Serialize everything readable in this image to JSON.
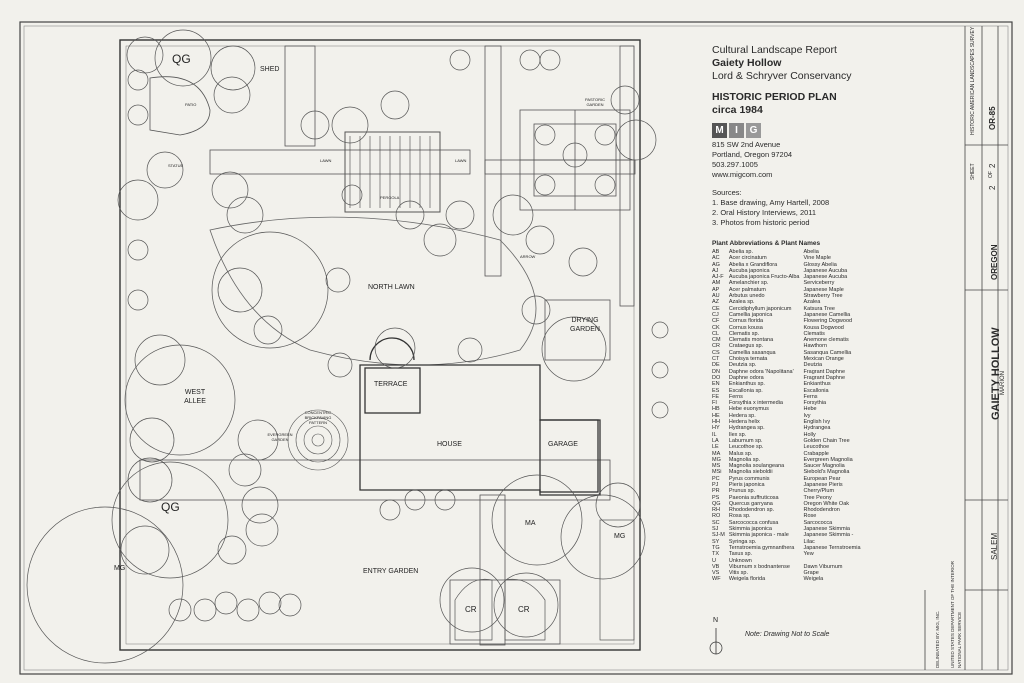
{
  "report": {
    "line1": "Cultural Landscape Report",
    "line2": "Gaiety Hollow",
    "line3": "Lord & Schryver Conservancy",
    "plan_title": "HISTORIC PERIOD PLAN",
    "plan_date": "circa 1984",
    "logo": [
      "M",
      "I",
      "G"
    ],
    "address": [
      "815 SW 2nd Avenue",
      "Portland, Oregon 97204",
      "503.297.1005",
      "www.migcom.com"
    ],
    "sources_label": "Sources:",
    "sources": [
      "1. Base drawing, Amy Hartell, 2008",
      "2. Oral History Interviews, 2011",
      "3. Photos from historic period"
    ],
    "plants_label": "Plant Abbreviations & Plant Names",
    "note": "Note: Drawing Not to Scale"
  },
  "plants": [
    [
      "AB",
      "Abelia sp.",
      "Abelia"
    ],
    [
      "AC",
      "Acer circinatum",
      "Vine Maple"
    ],
    [
      "AG",
      "Abelia x Grandiflora",
      "Glossy Abelia"
    ],
    [
      "AJ",
      "Aucuba japonica",
      "Japanese Aucuba"
    ],
    [
      "AJ-F",
      "Aucuba japonica Fructo-Alba",
      "Japanese Aucuba"
    ],
    [
      "AM",
      "Amelanchier sp.",
      "Serviceberry"
    ],
    [
      "AP",
      "Acer palmatum",
      "Japanese Maple"
    ],
    [
      "AU",
      "Arbutus unedo",
      "Strawberry Tree"
    ],
    [
      "AZ",
      "Azalea sp.",
      "Azalea"
    ],
    [
      "CE",
      "Cercidiphyllum japonicum",
      "Katsura Tree"
    ],
    [
      "CJ",
      "Camellia japonica",
      "Japanese Camellia"
    ],
    [
      "CF",
      "Cornus florida",
      "Flowering Dogwood"
    ],
    [
      "CK",
      "Cornus kousa",
      "Kousa Dogwood"
    ],
    [
      "CL",
      "Clematis sp.",
      "Clematis"
    ],
    [
      "CM",
      "Clematis montana",
      "Anemone clematis"
    ],
    [
      "CR",
      "Crataegus sp.",
      "Hawthorn"
    ],
    [
      "CS",
      "Camellia sasanqua",
      "Sasanqua Camellia"
    ],
    [
      "CT",
      "Choisya ternata",
      "Mexican Orange"
    ],
    [
      "DE",
      "Deutzia sp.",
      "Deutzia"
    ],
    [
      "DN",
      "Daphne odora 'Napolitana'",
      "Fragrant Daphne"
    ],
    [
      "DO",
      "Daphne odora",
      "Fragrant Daphne"
    ],
    [
      "EN",
      "Enkianthus sp.",
      "Enkianthus"
    ],
    [
      "ES",
      "Escallonia sp.",
      "Escallonia"
    ],
    [
      "FE",
      "Ferns",
      "Ferns"
    ],
    [
      "FI",
      "Forsythia x intermedia",
      "Forsythia"
    ],
    [
      "HB",
      "Hebe euonymus",
      "Hebe"
    ],
    [
      "HE",
      "Hedera sp.",
      "Ivy"
    ],
    [
      "HH",
      "Hedera helix",
      "English Ivy"
    ],
    [
      "HY",
      "Hydrangea sp.",
      "Hydrangea"
    ],
    [
      "IL",
      "Ilex sp.",
      "Holly"
    ],
    [
      "LA",
      "Laburnum sp.",
      "Golden Chain Tree"
    ],
    [
      "LE",
      "Leucothoe sp.",
      "Leucothoe"
    ],
    [
      "MA",
      "Malus sp.",
      "Crabapple"
    ],
    [
      "MG",
      "Magnolia sp.",
      "Evergreen Magnolia"
    ],
    [
      "MS",
      "Magnolia soulangeana",
      "Saucer Magnolia"
    ],
    [
      "MSi",
      "Magnolia sieboldii",
      "Siebold's Magnolia"
    ],
    [
      "PC",
      "Pyrus communis",
      "European Pear"
    ],
    [
      "PJ",
      "Pieris japonica",
      "Japanese Pieris"
    ],
    [
      "PR",
      "Prunus sp.",
      "Cherry/Plum"
    ],
    [
      "PS",
      "Paeonia suffruticosa",
      "Tree Peony"
    ],
    [
      "QG",
      "Quercus garryana",
      "Oregon White Oak"
    ],
    [
      "RH",
      "Rhododendron sp.",
      "Rhododendron"
    ],
    [
      "RO",
      "Rosa sp.",
      "Rose"
    ],
    [
      "SC",
      "Sarcococca confusa",
      "Sarcococca"
    ],
    [
      "SJ",
      "Skimmia japonica",
      "Japanese Skimmia"
    ],
    [
      "SJ-M",
      "Skimmia japonica - male",
      "Japanese Skimmia -"
    ],
    [
      "SY",
      "Syringa sp.",
      "Lilac"
    ],
    [
      "TG",
      "Ternstroemia gymnanthera",
      "Japanese Ternstroemia"
    ],
    [
      "TX",
      "Taxus sp.",
      "Yew"
    ],
    [
      "U",
      "Unknown",
      ""
    ],
    [
      "VB",
      "Viburnum x bodnantense",
      "Dawn Viburnum"
    ],
    [
      "VS",
      "Vitis sp.",
      "Grape"
    ],
    [
      "WF",
      "Weigela florida",
      "Weigela"
    ]
  ],
  "plan_labels": {
    "qg_top": "QG",
    "shed": "SHED",
    "north_lawn": "NORTH LAWN",
    "drying_garden": "DRYING GARDEN",
    "west_allee": "WEST ALLEE",
    "terrace": "TERRACE",
    "house": "HOUSE",
    "garage": "GARAGE",
    "qg_bottom": "QG",
    "mg_left": "MG",
    "ma": "MA",
    "mg_right": "MG",
    "entry_garden": "ENTRY GARDEN",
    "cr_left": "CR",
    "cr_right": "CR",
    "pergola": "PERGOLA",
    "patio": "PATIO",
    "statue": "STATUE",
    "lawn1": "LAWN",
    "lawn2": "LAWN",
    "pastoric": "PASTORIC GARDEN",
    "arrow": "ARROW",
    "evergreen_garden": "EVERGREEN GARDEN",
    "concentric": "CONCENTRIC BRICKPAVING PATTERN",
    "north": "N"
  },
  "title_block": {
    "name": "GAIETY HOLLOW",
    "county": "MARION",
    "city": "SALEM",
    "state": "OREGON",
    "sheet_label": "SHEET",
    "sheet_no": "2",
    "sheet_of": "OF",
    "sheet_total": "2",
    "survey": "HISTORIC AMERICAN LANDSCAPES SURVEY",
    "survey_no": "OR-85",
    "delineated": "DELINEATED BY: MIG, INC.",
    "agency": "UNITED STATES DEPARTMENT OF THE INTERIOR",
    "agency2": "NATIONAL PARK SERVICE"
  }
}
